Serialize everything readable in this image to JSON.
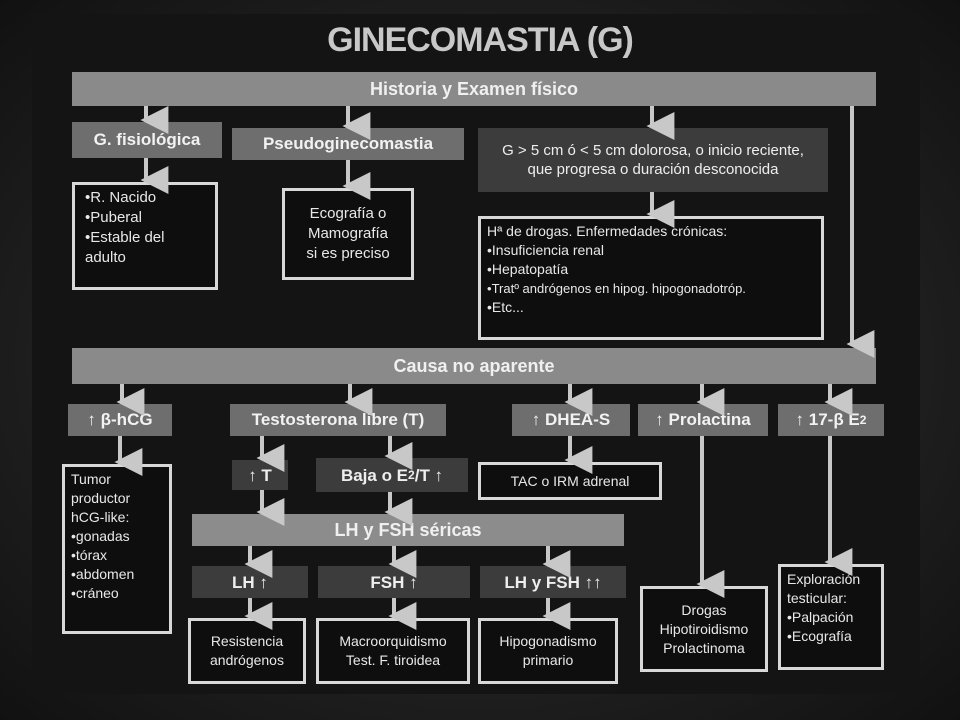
{
  "title": "GINECOMASTIA (G)",
  "top_bar": "Historia y Examen físico",
  "col1": {
    "header": "G. fisiológica",
    "items": [
      "R. Nacido",
      "Puberal",
      "Estable del adulto"
    ]
  },
  "col2": {
    "header": "Pseudoginecomastia",
    "box_lines": [
      "Ecografía o",
      "Mamografía",
      "si es preciso"
    ]
  },
  "col3": {
    "header_lines": [
      "G > 5 cm ó < 5 cm dolorosa, o inicio reciente,",
      "que progresa o duración desconocida"
    ],
    "box_title": "Hª de drogas. Enfermedades crónicas:",
    "items": [
      "Insuficiencia renal",
      "Hepatopatía",
      "Tratº andrógenos en hipog. hipogonadotróp.",
      "Etc..."
    ]
  },
  "middle_bar": "Causa no aparente",
  "hcg": {
    "header": "↑ β-hCG",
    "box_lines": [
      "Tumor",
      "productor",
      "hCG-like:"
    ],
    "items": [
      "gonadas",
      "tórax",
      "abdomen",
      "cráneo"
    ]
  },
  "testo": {
    "header": "Testosterona libre (T)",
    "high": "↑ T",
    "low_prefix": "Baja o E",
    "low_sub": "2",
    "low_suffix": " /T ↑"
  },
  "lhfsh_bar": "LH y FSH séricas",
  "lh": {
    "label": "LH ↑",
    "result_lines": [
      "Resistencia",
      "andrógenos"
    ]
  },
  "fsh": {
    "label": "FSH ↑",
    "result_lines": [
      "Macroorquidismo",
      "Test. F. tiroidea"
    ]
  },
  "both": {
    "label": "LH y FSH ↑↑",
    "result_lines": [
      "Hipogonadismo",
      "primario"
    ]
  },
  "dhea": {
    "header": "↑ DHEA-S",
    "result": "TAC o IRM adrenal"
  },
  "prol": {
    "header": "↑ Prolactina",
    "result_lines": [
      "Drogas",
      "Hipotiroidismo",
      "Prolactinoma"
    ]
  },
  "estr": {
    "header_prefix": "↑ 17-β E",
    "header_sub": "2",
    "box_title_lines": [
      "Exploración",
      "testicular:"
    ],
    "items": [
      "Palpación",
      "Ecografía"
    ]
  }
}
